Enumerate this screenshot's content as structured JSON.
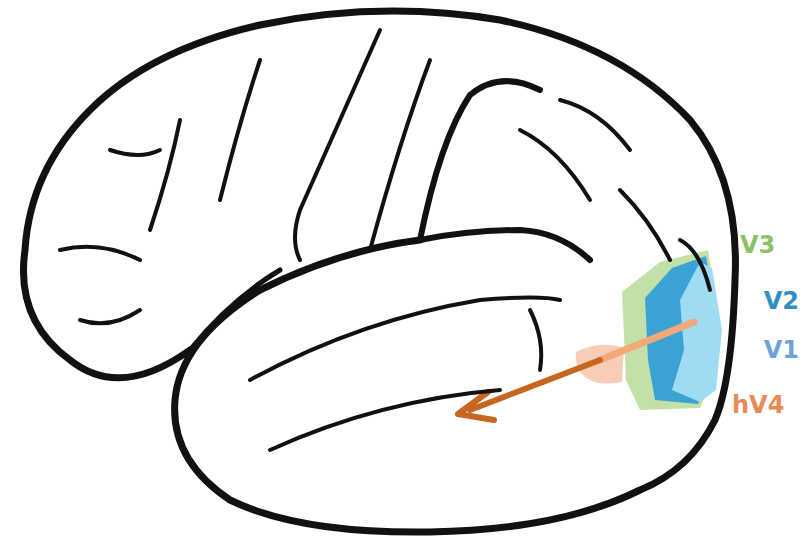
{
  "diagram": {
    "labels": [
      "V3",
      "V2",
      "V1",
      "hV4"
    ]
  }
}
